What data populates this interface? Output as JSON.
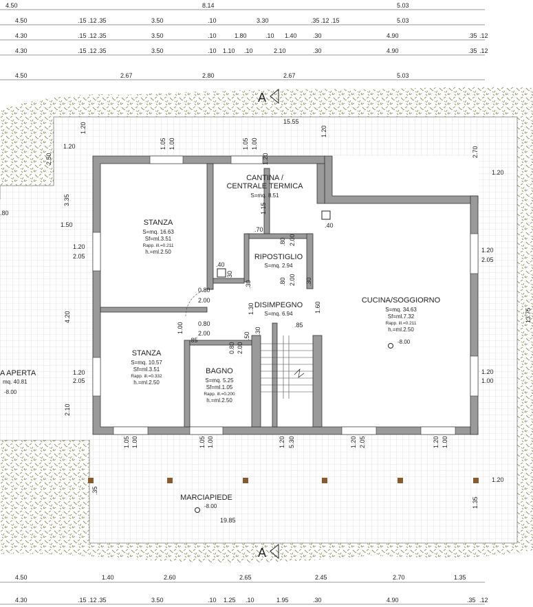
{
  "dimensions": {
    "top_row_1": [
      "4.50",
      "8.14",
      "5.03"
    ],
    "top_row_2": [
      "4.50",
      ".15",
      ".12",
      ".35",
      "3.50",
      ".10",
      "3.30",
      ".35",
      ".12",
      ".15",
      "5.03"
    ],
    "top_row_3": [
      "4.30",
      ".15",
      ".12",
      ".35",
      "3.50",
      ".10",
      "1.80",
      ".10",
      "1.40",
      ".30",
      "4.90",
      ".35",
      ".12"
    ],
    "top_row_4": [
      "4.30",
      ".15",
      ".12",
      ".35",
      "3.50",
      ".10",
      "1.10",
      ".10",
      "2.10",
      ".30",
      "4.90",
      ".35",
      ".12"
    ],
    "top_row_5": [
      "4.50",
      "2.67",
      "2.80",
      "2.67",
      "5.03"
    ],
    "bottom_row_1": [
      "4.50",
      "1.40",
      "2.60",
      "2.65",
      "2.45",
      "2.70",
      "1.35"
    ],
    "bottom_row_2": [
      "4.30",
      ".15",
      ".12",
      ".35",
      "3.50",
      ".10",
      "1.25",
      ".10",
      "1.95",
      ".30",
      "4.90",
      ".35",
      ".12"
    ],
    "left_vertical": [
      "1.20",
      "2.50",
      "3.35",
      "1.50",
      "1.20",
      "2.05",
      "4.20",
      "1.20",
      "2.05",
      "2.10"
    ],
    "right_vertical": [
      "2.70",
      "1.20",
      "1.20",
      "2.05",
      "13.75",
      "1.20",
      "1.00",
      "1.20",
      "1.35"
    ],
    "overall_width_top": "15.55",
    "overall_width_bottom": "19.85",
    "misc": [
      "1.20",
      "1.20",
      "1.05",
      "1.00",
      "1.05",
      "1.00",
      "1.20",
      "1.15",
      ".70",
      ".80",
      "2.00",
      ".80",
      "2.00",
      ".30",
      ".40",
      "30",
      ".30",
      "0.80",
      "2.00",
      "0.80",
      "2.00",
      "1.00",
      ".85",
      "1.30",
      "1.60",
      ".85",
      "0.80",
      "2.00",
      ".50",
      ".30",
      "1.05",
      "1.00",
      "1.05",
      "1.00",
      "1.20",
      "5.30",
      "1.20",
      "2.05",
      "1.20",
      "1.00",
      ".40",
      ".35",
      ".80",
      ".10",
      "1.20",
      "1.20",
      "1.20"
    ]
  },
  "section_markers": [
    "A",
    "A"
  ],
  "rooms": {
    "stanza_1": {
      "name": "STANZA",
      "s": "S=mq. 16.63",
      "sf": "Sf=ml.3.51",
      "rapp": "Rapp. ill.=0.211",
      "h": "h.=ml.2.50"
    },
    "stanza_2": {
      "name": "STANZA",
      "s": "S=mq. 10.57",
      "sf": "Sf=ml.3.51",
      "rapp": "Rapp. ill.=0.332",
      "h": "h.=ml.2.50"
    },
    "cantina": {
      "name1": "CANTINA /",
      "name2": "CENTRALE TERMICA",
      "s": "S=mq. 8.51"
    },
    "ripostiglio": {
      "name": "RIPOSTIGLIO",
      "s": "S=mq. 2.94"
    },
    "disimpegno": {
      "name": "DISIMPEGNO",
      "s": "S=mq. 6.94"
    },
    "bagno": {
      "name": "BAGNO",
      "s": "S=mq. 5.25",
      "sf": "Sf=ml.1.05",
      "rapp": "Rapp. ill.=0.200",
      "h": "h.=ml.2.50"
    },
    "cucina": {
      "name": "CUCINA/SOGGIORNO",
      "s": "S=mq. 34.63",
      "sf": "Sf=ml.7.32",
      "rapp": "Rapp. ill.=0.211",
      "h": "h.=ml.2.50"
    }
  },
  "outside": {
    "marciapiede": "MARCIAPIEDE",
    "marciapiede_level": "-8.00",
    "cucina_level": "-8.00",
    "left_area_1": "A APERTA",
    "left_area_2": "mq. 40.81",
    "left_area_level": "-8.00",
    "left_top_dim": ".80"
  },
  "colors": {
    "wall": "#9a9a9a",
    "grass": "#8c8c5a",
    "tile": "#cfcfcf",
    "tile_bg": "#ffffff"
  }
}
